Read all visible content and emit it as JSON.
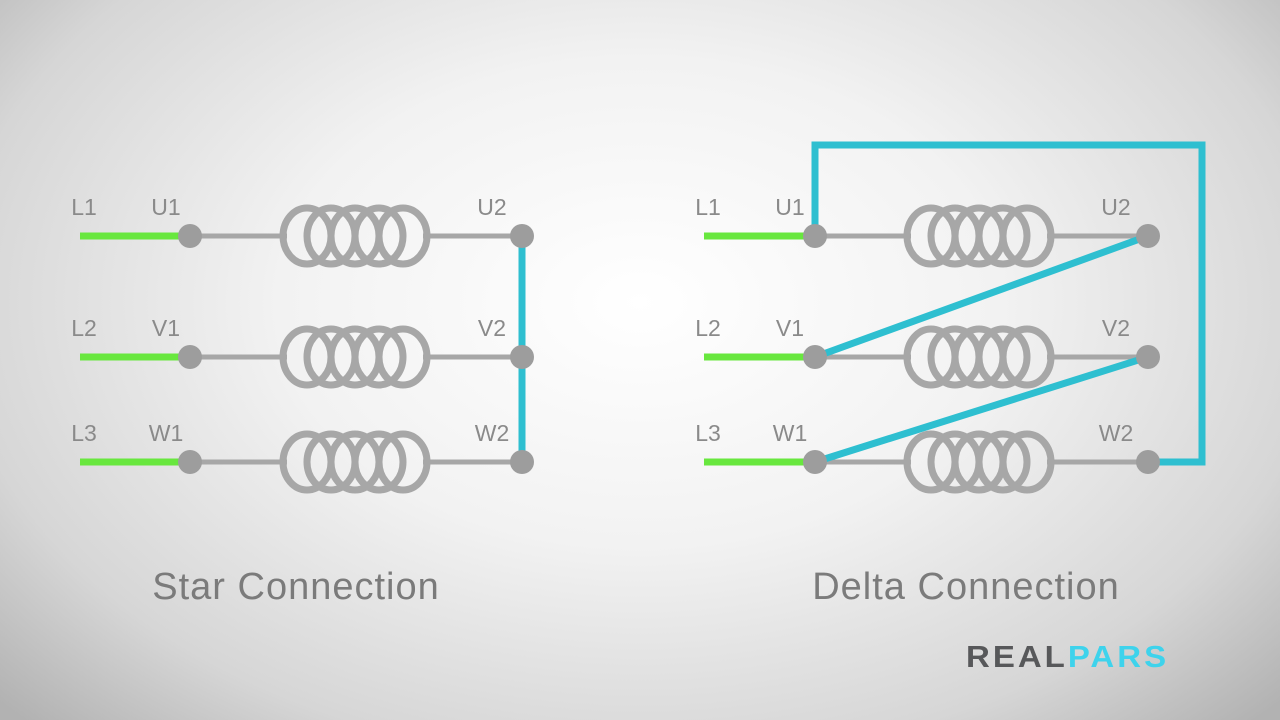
{
  "palette": {
    "supply_green": "#68e73e",
    "link_teal": "#2ebfd0",
    "wire_gray": "#a7a7a7",
    "dot_gray": "#9d9d9d",
    "label_gray": "#8a8a8a",
    "title_gray": "#7b7b7b",
    "logo_gray": "#57585a",
    "logo_cyan": "#3ed3ec"
  },
  "star": {
    "title": "Star Connection",
    "rows": [
      {
        "supply": "L1",
        "start": "U1",
        "end": "U2"
      },
      {
        "supply": "L2",
        "start": "V1",
        "end": "V2"
      },
      {
        "supply": "L3",
        "start": "W1",
        "end": "W2"
      }
    ]
  },
  "delta": {
    "title": "Delta Connection",
    "rows": [
      {
        "supply": "L1",
        "start": "U1",
        "end": "U2"
      },
      {
        "supply": "L2",
        "start": "V1",
        "end": "V2"
      },
      {
        "supply": "L3",
        "start": "W1",
        "end": "W2"
      }
    ]
  },
  "logo": {
    "real": "REAL",
    "pars": "PARS"
  }
}
